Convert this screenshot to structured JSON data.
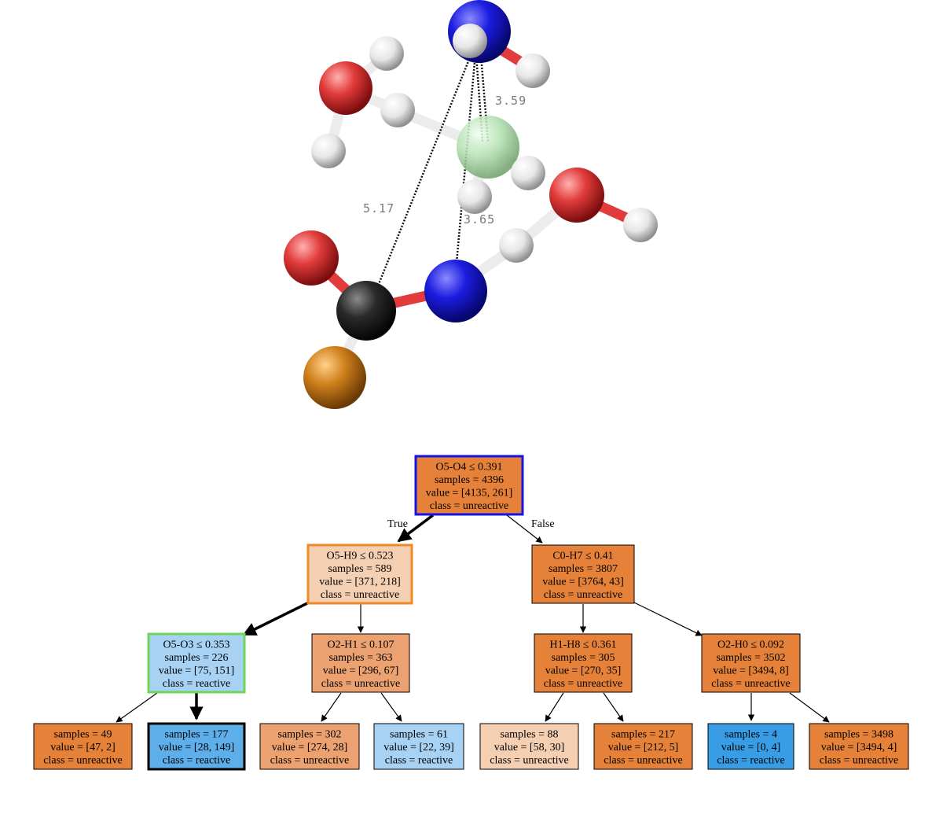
{
  "colors": {
    "oxygen": "#e23b3b",
    "nitrogen": "#1c1ce0",
    "hydrogen": "#e6e6e6",
    "carbon": "#2a2a2a",
    "fluorine": "#c97a1a",
    "sulfur_green": "#b3e0b0",
    "orange_strong": "#e58139",
    "orange_mid": "#eba170",
    "orange_light": "#f5cfb2",
    "blue_light": "#a7d2f3",
    "blue_mid": "#5eaeea",
    "blue_strong": "#399de5",
    "highlight_blue": "#1414e6",
    "highlight_orange": "#f08a24",
    "highlight_green": "#6fd65a"
  },
  "molecule": {
    "distances": [
      {
        "id": "d1",
        "label": "3.59"
      },
      {
        "id": "d2",
        "label": "5.17"
      },
      {
        "id": "d3",
        "label": "3.65"
      }
    ]
  },
  "tree": {
    "edge_labels": {
      "true": "True",
      "false": "False"
    },
    "nodes": [
      {
        "id": "n0",
        "lines": [
          "O5-O4 ≤ 0.391",
          "samples = 4396",
          "value = [4135, 261]",
          "class = unreactive"
        ]
      },
      {
        "id": "n1",
        "lines": [
          "O5-H9 ≤ 0.523",
          "samples = 589",
          "value = [371, 218]",
          "class = unreactive"
        ]
      },
      {
        "id": "n2",
        "lines": [
          "C0-H7 ≤ 0.41",
          "samples = 3807",
          "value = [3764, 43]",
          "class = unreactive"
        ]
      },
      {
        "id": "n3",
        "lines": [
          "O5-O3 ≤ 0.353",
          "samples = 226",
          "value = [75, 151]",
          "class = reactive"
        ]
      },
      {
        "id": "n4",
        "lines": [
          "O2-H1 ≤ 0.107",
          "samples = 363",
          "value = [296, 67]",
          "class = unreactive"
        ]
      },
      {
        "id": "n5",
        "lines": [
          "H1-H8 ≤ 0.361",
          "samples = 305",
          "value = [270, 35]",
          "class = unreactive"
        ]
      },
      {
        "id": "n6",
        "lines": [
          "O2-H0 ≤ 0.092",
          "samples = 3502",
          "value = [3494, 8]",
          "class = unreactive"
        ]
      },
      {
        "id": "n7",
        "lines": [
          "samples = 49",
          "value = [47, 2]",
          "class = unreactive"
        ]
      },
      {
        "id": "n8",
        "lines": [
          "samples = 177",
          "value = [28, 149]",
          "class = reactive"
        ]
      },
      {
        "id": "n9",
        "lines": [
          "samples = 302",
          "value = [274, 28]",
          "class = unreactive"
        ]
      },
      {
        "id": "n10",
        "lines": [
          "samples = 61",
          "value = [22, 39]",
          "class = reactive"
        ]
      },
      {
        "id": "n11",
        "lines": [
          "samples = 88",
          "value = [58, 30]",
          "class = unreactive"
        ]
      },
      {
        "id": "n12",
        "lines": [
          "samples = 217",
          "value = [212, 5]",
          "class = unreactive"
        ]
      },
      {
        "id": "n13",
        "lines": [
          "samples = 4",
          "value = [0, 4]",
          "class = reactive"
        ]
      },
      {
        "id": "n14",
        "lines": [
          "samples = 3498",
          "value = [3494, 4]",
          "class = unreactive"
        ]
      }
    ]
  }
}
